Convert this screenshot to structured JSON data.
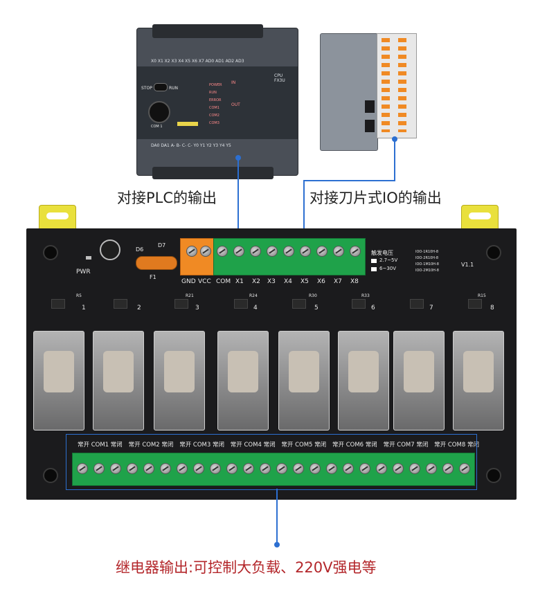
{
  "captions": {
    "plc_output": "对接PLC的输出",
    "blade_io_output": "对接刀片式IO的输出",
    "relay_output": "继电器输出:可控制大负载、220V强电等"
  },
  "plc": {
    "model": "CPU\nFX3U",
    "stop_label": "STOP",
    "run_label": "RUN",
    "indicators": [
      "POWER",
      "RUN",
      "ERROR",
      "COM1",
      "COM2",
      "COM3"
    ],
    "in_label": "IN",
    "out_label": "OUT",
    "port_label": "COM 1",
    "top_terminals": "X0 X1 X2 X3 X4 X5 X6 X7 AD0 AD1 AD2 AD3",
    "bottom_terminals": "DA0 DA1 A- B- C- C- Y0 Y1 Y2 Y3 Y4 Y5"
  },
  "board": {
    "pwr_label": "PWR",
    "d6_label": "D6",
    "d7_label": "D7",
    "f1_label": "F1",
    "input_labels": [
      "GND",
      "VCC",
      "COM",
      "X1",
      "X2",
      "X3",
      "X4",
      "X5",
      "X6",
      "X7",
      "X8"
    ],
    "trigger_title": "触发电压",
    "trigger_options": [
      "2.7~5V",
      "6~30V"
    ],
    "model_list": [
      "IOO-1R10H-8",
      "IOO-2R10H-8",
      "IOO-1M10H-8",
      "IOO-2M10H-8"
    ],
    "version": "V1.1",
    "channel_numbers": [
      "1",
      "2",
      "3",
      "4",
      "5",
      "6",
      "7",
      "8"
    ],
    "resistor_labels": [
      "R5",
      "R21",
      "R24",
      "R30",
      "R33",
      "R15"
    ],
    "output_groups": [
      {
        "no": "常开",
        "com": "COM1",
        "nc": "常闭"
      },
      {
        "no": "常开",
        "com": "COM2",
        "nc": "常闭"
      },
      {
        "no": "常开",
        "com": "COM3",
        "nc": "常闭"
      },
      {
        "no": "常开",
        "com": "COM4",
        "nc": "常闭"
      },
      {
        "no": "常开",
        "com": "COM5",
        "nc": "常闭"
      },
      {
        "no": "常开",
        "com": "COM6",
        "nc": "常闭"
      },
      {
        "no": "常开",
        "com": "COM7",
        "nc": "常闭"
      },
      {
        "no": "常开",
        "com": "COM8",
        "nc": "常闭"
      }
    ]
  },
  "colors": {
    "callout": "#2c6fd1",
    "relay_caption": "#b3262a",
    "terminal_green": "#1fa24a",
    "terminal_orange": "#f08a24",
    "board": "#1b1b1d",
    "mount_ear": "#e9e03c"
  }
}
